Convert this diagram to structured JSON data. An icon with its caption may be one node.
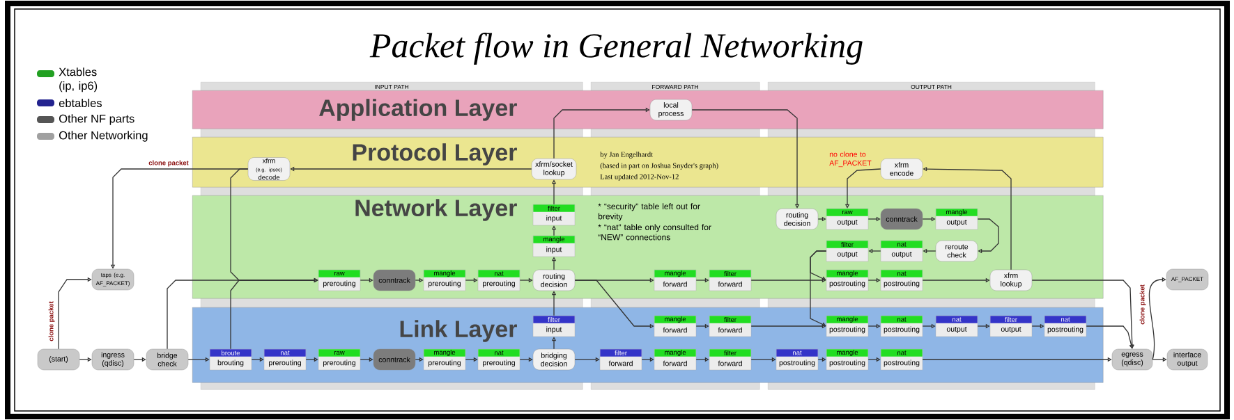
{
  "diagram": {
    "title": "Packet flow in General Networking",
    "nodes": [
      {
        "text": [
          "local process"
        ]
      },
      {
        "text": [
          "xfrm",
          "(e.g. ipsec)",
          "decode"
        ]
      },
      {
        "text": [
          "xfrm/socket lookup"
        ]
      },
      {
        "text": [
          "xfrm encode"
        ]
      },
      {
        "text": [
          "routing decision"
        ]
      },
      {
        "text": [
          "raw",
          "output"
        ]
      },
      {
        "text": [
          "conntrack"
        ]
      },
      {
        "text": [
          "mangle",
          "output"
        ]
      },
      {
        "text": [
          "filter",
          "input"
        ]
      },
      {
        "text": [
          "mangle",
          "input"
        ]
      },
      {
        "text": [
          "filter",
          "output"
        ]
      },
      {
        "text": [
          "nat",
          "output"
        ]
      },
      {
        "text": [
          "reroute check"
        ]
      },
      {
        "text": [
          "taps (e.g. AF_PACKET)"
        ]
      },
      {
        "text": [
          "raw",
          "prerouting"
        ]
      },
      {
        "text": [
          "conntrack"
        ]
      },
      {
        "text": [
          "mangle",
          "prerouting"
        ]
      },
      {
        "text": [
          "nat",
          "prerouting"
        ]
      },
      {
        "text": [
          "routing decision"
        ]
      },
      {
        "text": [
          "mangle",
          "forward"
        ]
      },
      {
        "text": [
          "filter",
          "forward"
        ]
      },
      {
        "text": [
          "mangle",
          "postrouting"
        ]
      },
      {
        "text": [
          "nat",
          "postrouting"
        ]
      },
      {
        "text": [
          "xfrm lookup"
        ]
      },
      {
        "text": [
          "AF_PACKET"
        ]
      },
      {
        "text": [
          "filter",
          "input"
        ]
      },
      {
        "text": [
          "mangle",
          "forward"
        ]
      },
      {
        "text": [
          "filter",
          "forward"
        ]
      },
      {
        "text": [
          "mangle",
          "postrouting"
        ]
      },
      {
        "text": [
          "nat",
          "postrouting"
        ]
      },
      {
        "text": [
          "nat",
          "output"
        ]
      },
      {
        "text": [
          "filter",
          "output"
        ]
      },
      {
        "text": [
          "nat",
          "postrouting"
        ]
      },
      {
        "text": [
          "(start)"
        ]
      },
      {
        "text": [
          "ingress (qdisc)"
        ]
      },
      {
        "text": [
          "bridge check"
        ]
      },
      {
        "text": [
          "broute",
          "brouting"
        ]
      },
      {
        "text": [
          "nat",
          "prerouting"
        ]
      },
      {
        "text": [
          "raw",
          "prerouting"
        ]
      },
      {
        "text": [
          "conntrack"
        ]
      },
      {
        "text": [
          "mangle",
          "prerouting"
        ]
      },
      {
        "text": [
          "nat",
          "prerouting"
        ]
      },
      {
        "text": [
          "bridging decision"
        ]
      },
      {
        "text": [
          "filter",
          "forward"
        ]
      },
      {
        "text": [
          "mangle",
          "forward"
        ]
      },
      {
        "text": [
          "filter",
          "forward"
        ]
      },
      {
        "text": [
          "nat",
          "postrouting"
        ]
      },
      {
        "text": [
          "mangle",
          "postrouting"
        ]
      },
      {
        "text": [
          "nat",
          "postrouting"
        ]
      },
      {
        "text": [
          "egress (qdisc)"
        ]
      },
      {
        "text": [
          "interface output"
        ]
      }
    ],
    "edges": [
      {
        "from": 33,
        "to": 34,
        "arrow": "to"
      },
      {
        "from": 34,
        "to": 35,
        "arrow": "to"
      },
      {
        "from": 35,
        "to": 36,
        "arrow": "to"
      },
      {
        "from": 35,
        "to": 14,
        "arrow": "to"
      },
      {
        "from": 36,
        "to": 14,
        "arrow": "to"
      },
      {
        "from": 1,
        "to": 14,
        "arrow": "to"
      },
      {
        "from": 1,
        "to": 13,
        "arrow": "to",
        "label": "clone packet"
      },
      {
        "from": 33,
        "to": 13,
        "arrow": "to",
        "label": "clone packet"
      },
      {
        "from": 36,
        "to": 37,
        "arrow": "to"
      },
      {
        "from": 37,
        "to": 38,
        "arrow": "to"
      },
      {
        "from": 38,
        "to": 39,
        "arrow": "to"
      },
      {
        "from": 39,
        "to": 40,
        "arrow": "to"
      },
      {
        "from": 40,
        "to": 41,
        "arrow": "to"
      },
      {
        "from": 41,
        "to": 42,
        "arrow": "to"
      },
      {
        "from": 42,
        "to": 25,
        "arrow": "to"
      },
      {
        "from": 25,
        "to": 18,
        "arrow": "to"
      },
      {
        "from": 42,
        "to": 43,
        "arrow": "to"
      },
      {
        "from": 43,
        "to": 44,
        "arrow": "to"
      },
      {
        "from": 44,
        "to": 45,
        "arrow": "to"
      },
      {
        "from": 45,
        "to": 46,
        "arrow": "to"
      },
      {
        "from": 46,
        "to": 47,
        "arrow": "to"
      },
      {
        "from": 47,
        "to": 48,
        "arrow": "to"
      },
      {
        "from": 48,
        "to": 49,
        "arrow": "to"
      },
      {
        "from": 49,
        "to": 50,
        "arrow": "to"
      },
      {
        "from": 49,
        "to": 24,
        "arrow": "to",
        "label": "clone packet"
      },
      {
        "from": 14,
        "to": 15,
        "arrow": "to"
      },
      {
        "from": 15,
        "to": 16,
        "arrow": "to"
      },
      {
        "from": 16,
        "to": 17,
        "arrow": "to"
      },
      {
        "from": 17,
        "to": 18,
        "arrow": "to"
      },
      {
        "from": 18,
        "to": 9,
        "arrow": "to"
      },
      {
        "from": 9,
        "to": 8,
        "arrow": "to"
      },
      {
        "from": 8,
        "to": 2,
        "arrow": "to"
      },
      {
        "from": 2,
        "to": 1,
        "arrow": "to"
      },
      {
        "from": 2,
        "to": 0,
        "arrow": "to"
      },
      {
        "from": 0,
        "to": 4,
        "arrow": "to"
      },
      {
        "from": 4,
        "to": 5,
        "arrow": "to"
      },
      {
        "from": 5,
        "to": 6,
        "arrow": "to"
      },
      {
        "from": 6,
        "to": 7,
        "arrow": "to"
      },
      {
        "from": 7,
        "to": 12,
        "arrow": "to"
      },
      {
        "from": 12,
        "to": 11,
        "arrow": "to"
      },
      {
        "from": 11,
        "to": 10,
        "arrow": "to"
      },
      {
        "from": 10,
        "to": 21,
        "arrow": "to"
      },
      {
        "from": 10,
        "to": 28,
        "arrow": "to"
      },
      {
        "from": 18,
        "to": 19,
        "arrow": "to"
      },
      {
        "from": 19,
        "to": 20,
        "arrow": "to"
      },
      {
        "from": 20,
        "to": 21,
        "arrow": "to"
      },
      {
        "from": 21,
        "to": 22,
        "arrow": "to"
      },
      {
        "from": 22,
        "to": 23,
        "arrow": "to"
      },
      {
        "from": 23,
        "to": 49,
        "arrow": "to"
      },
      {
        "from": 23,
        "to": 3,
        "arrow": "to"
      },
      {
        "from": 3,
        "to": 5,
        "arrow": "to"
      },
      {
        "from": 18,
        "to": 26,
        "arrow": "to"
      },
      {
        "from": 26,
        "to": 27,
        "arrow": "to"
      },
      {
        "from": 27,
        "to": 28,
        "arrow": "to"
      },
      {
        "from": 28,
        "to": 29,
        "arrow": "to"
      },
      {
        "from": 29,
        "to": 30,
        "arrow": "to"
      },
      {
        "from": 30,
        "to": 31,
        "arrow": "to"
      },
      {
        "from": 31,
        "to": 32,
        "arrow": "to"
      },
      {
        "from": 32,
        "to": 49,
        "arrow": "to"
      }
    ],
    "labels": [
      "INPUT PATH",
      "FORWARD PATH",
      "OUTPUT PATH",
      "Application Layer",
      "Protocol Layer",
      "Network Layer",
      "Link Layer",
      "by Jan Engelhardt",
      "(based in part on Joshua Snyder's graph)",
      "Last updated 2012-Nov-12",
      "* “security” table left out for brevity",
      "* “nat” table only consulted for “NEW” connections",
      "no clone to AF_PACKET"
    ],
    "legend": [
      {
        "text": "Xtables (ip, ip6)",
        "color": "#22a022"
      },
      {
        "text": "ebtables",
        "color": "#23238f"
      },
      {
        "text": "Other NF parts",
        "color": "#555555"
      },
      {
        "text": "Other Networking",
        "color": "#a0a0a0"
      }
    ]
  }
}
